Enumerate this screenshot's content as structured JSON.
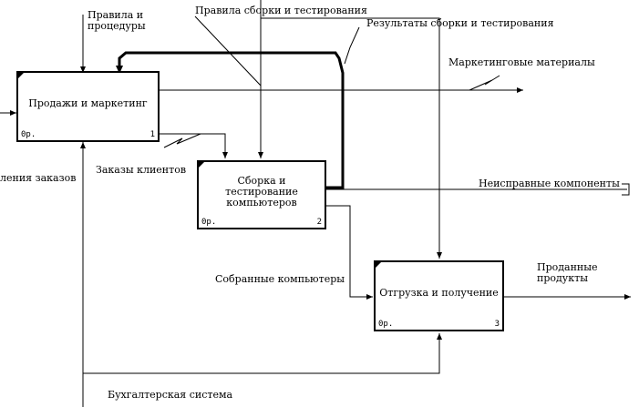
{
  "boxes": [
    {
      "title": "Продажи и маркетинг",
      "cost": "0р.",
      "number": "1"
    },
    {
      "title": "Сборка и\nтестирование\nкомпьютеров",
      "cost": "0р.",
      "number": "2"
    },
    {
      "title": "Отгрузка и получение",
      "cost": "0р.",
      "number": "3"
    }
  ],
  "arrows": {
    "rules": "Правила и\nпроцедуры",
    "assembly_rules": "Правила сборки и тестирования",
    "assembly_results": "Результаты сборки и тестирования",
    "marketing_materials": "Маркетинговые материалы",
    "defective_components": "Неисправные компоненты",
    "customer_orders": "Заказы клиентов",
    "order_entry": "ления заказов",
    "assembled_computers": "Собранные компьютеры",
    "sold_products": "Проданные\nпродукты",
    "accounting_system": "Бухгалтерская система"
  }
}
